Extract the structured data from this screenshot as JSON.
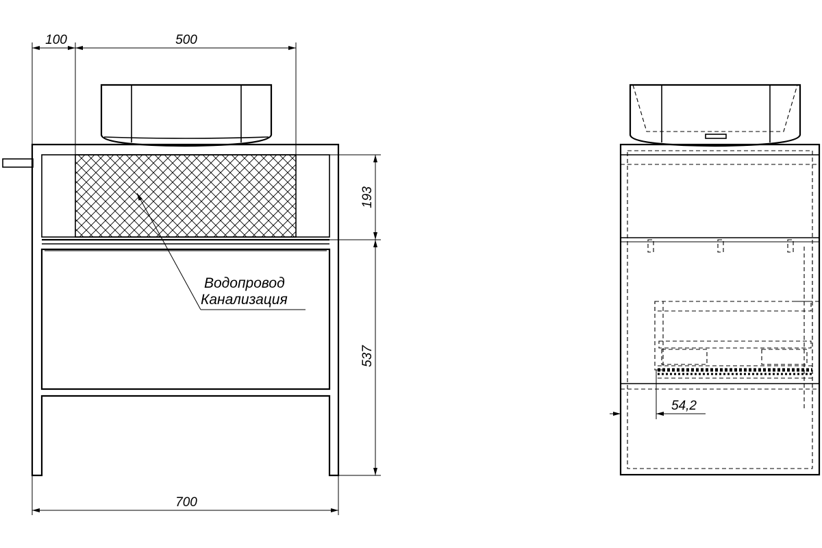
{
  "front_view": {
    "dimensions": {
      "side_offset": "100",
      "basin_width": "500",
      "top_section_height": "193",
      "drawer_section_height": "537",
      "overall_width": "700"
    },
    "callout": {
      "line1": "Водопровод",
      "line2": "Канализация"
    }
  },
  "side_view": {
    "dimensions": {
      "setback": "54,2"
    }
  }
}
